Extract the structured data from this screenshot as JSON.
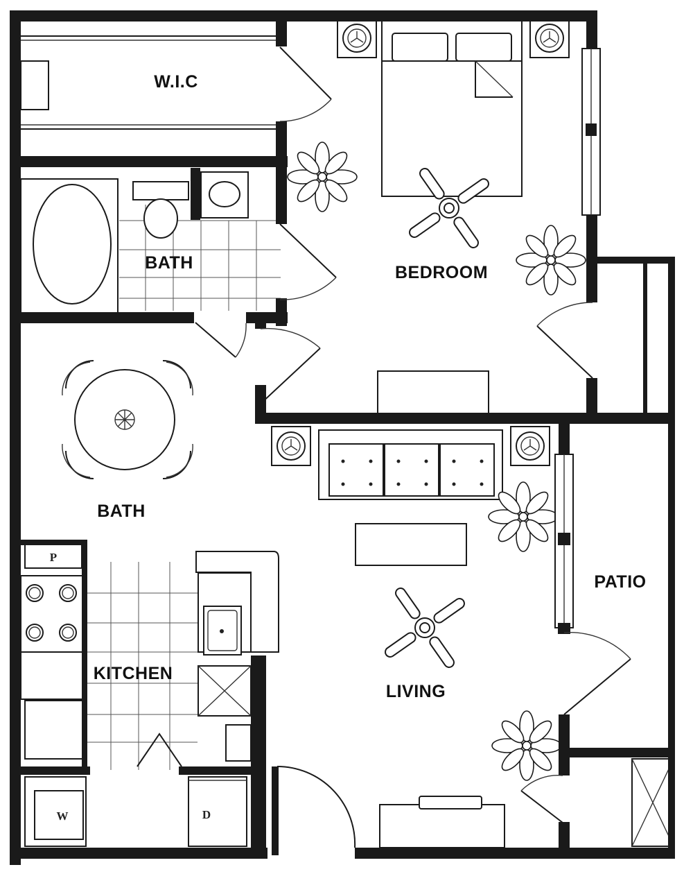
{
  "rooms": {
    "wic": "W.I.C",
    "bath_top": "BATH",
    "bedroom": "BEDROOM",
    "bath_left": "BATH",
    "kitchen": "KITCHEN",
    "living": "LIVING",
    "patio": "PATIO"
  },
  "fixtures": {
    "pantry": "P",
    "washer": "W",
    "dryer": "D"
  }
}
